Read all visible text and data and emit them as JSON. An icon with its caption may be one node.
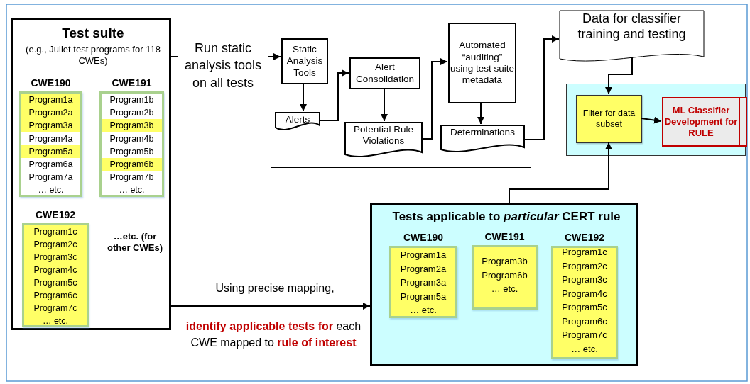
{
  "diagram": {
    "nodes": [
      {
        "text": [
          "Test suite",
          "(e.g., Juliet test programs for 118 CWEs)",
          "…etc. (for other CWEs)"
        ]
      },
      {
        "text": [
          "CWE190",
          "Program1a",
          "Program2a",
          "Program3a",
          "Program4a",
          "Program5a",
          "Program6a",
          "Program7a",
          "… etc."
        ],
        "in": 0
      },
      {
        "text": [
          "CWE191",
          "Program1b",
          "Program2b",
          "Program3b",
          "Program4b",
          "Program5b",
          "Program6b",
          "Program7b",
          "… etc."
        ],
        "in": 0
      },
      {
        "text": [
          "CWE192",
          "Program1c",
          "Program2c",
          "Program3c",
          "Program4c",
          "Program5c",
          "Program6c",
          "Program7c",
          "… etc."
        ],
        "in": 0
      },
      {
        "text": [],
        "shape": "box"
      },
      {
        "text": [
          "Static Analysis Tools"
        ],
        "in": 4
      },
      {
        "text": [
          "Alerts"
        ],
        "in": 4
      },
      {
        "text": [
          "Alert Consolidation"
        ],
        "in": 4
      },
      {
        "text": [
          "Potential Rule Violations"
        ],
        "in": 4
      },
      {
        "text": [
          "Automated “auditing” using test suite metadata"
        ],
        "in": 4
      },
      {
        "text": [
          "Determinations"
        ],
        "in": 4
      },
      {
        "text": [
          "Data for classifier training and testing"
        ]
      },
      {
        "text": [],
        "shape": "box"
      },
      {
        "text": [
          "Filter for data subset"
        ],
        "in": 12
      },
      {
        "text": [
          "ML Classifier Development for RULE"
        ],
        "in": 12
      },
      {
        "text": [
          "Tests applicable to *particular* CERT rule"
        ]
      },
      {
        "text": [
          "CWE190",
          "Program1a",
          "Program2a",
          "Program3a",
          "Program5a",
          "… etc."
        ],
        "in": 15
      },
      {
        "text": [
          "CWE191",
          "Program3b",
          "Program6b",
          "… etc."
        ],
        "in": 15
      },
      {
        "text": [
          "CWE192",
          "Program1c",
          "Program2c",
          "Program3c",
          "Program4c",
          "Program5c",
          "Program6c",
          "Program7c",
          "… etc."
        ],
        "in": 15
      }
    ],
    "edges": [
      {
        "from": 0,
        "to": 5,
        "arrow": "to",
        "label": "Run static analysis tools on all tests"
      },
      {
        "from": 5,
        "to": 6,
        "arrow": "to"
      },
      {
        "from": 6,
        "to": 7,
        "arrow": "to"
      },
      {
        "from": 7,
        "to": 8,
        "arrow": "to"
      },
      {
        "from": 8,
        "to": 9,
        "arrow": "to"
      },
      {
        "from": 9,
        "to": 10,
        "arrow": "to"
      },
      {
        "from": 10,
        "to": 11,
        "arrow": "to"
      },
      {
        "from": 11,
        "to": 13,
        "arrow": "to"
      },
      {
        "from": 13,
        "to": 14,
        "arrow": "to"
      },
      {
        "from": 15,
        "to": 13,
        "arrow": "to"
      },
      {
        "from": 0,
        "to": 15,
        "arrow": "to",
        "label": "Using precise mapping,"
      }
    ],
    "labels": [
      "**identify applicable tests for** each CWE mapped to **rule of interest**"
    ]
  }
}
